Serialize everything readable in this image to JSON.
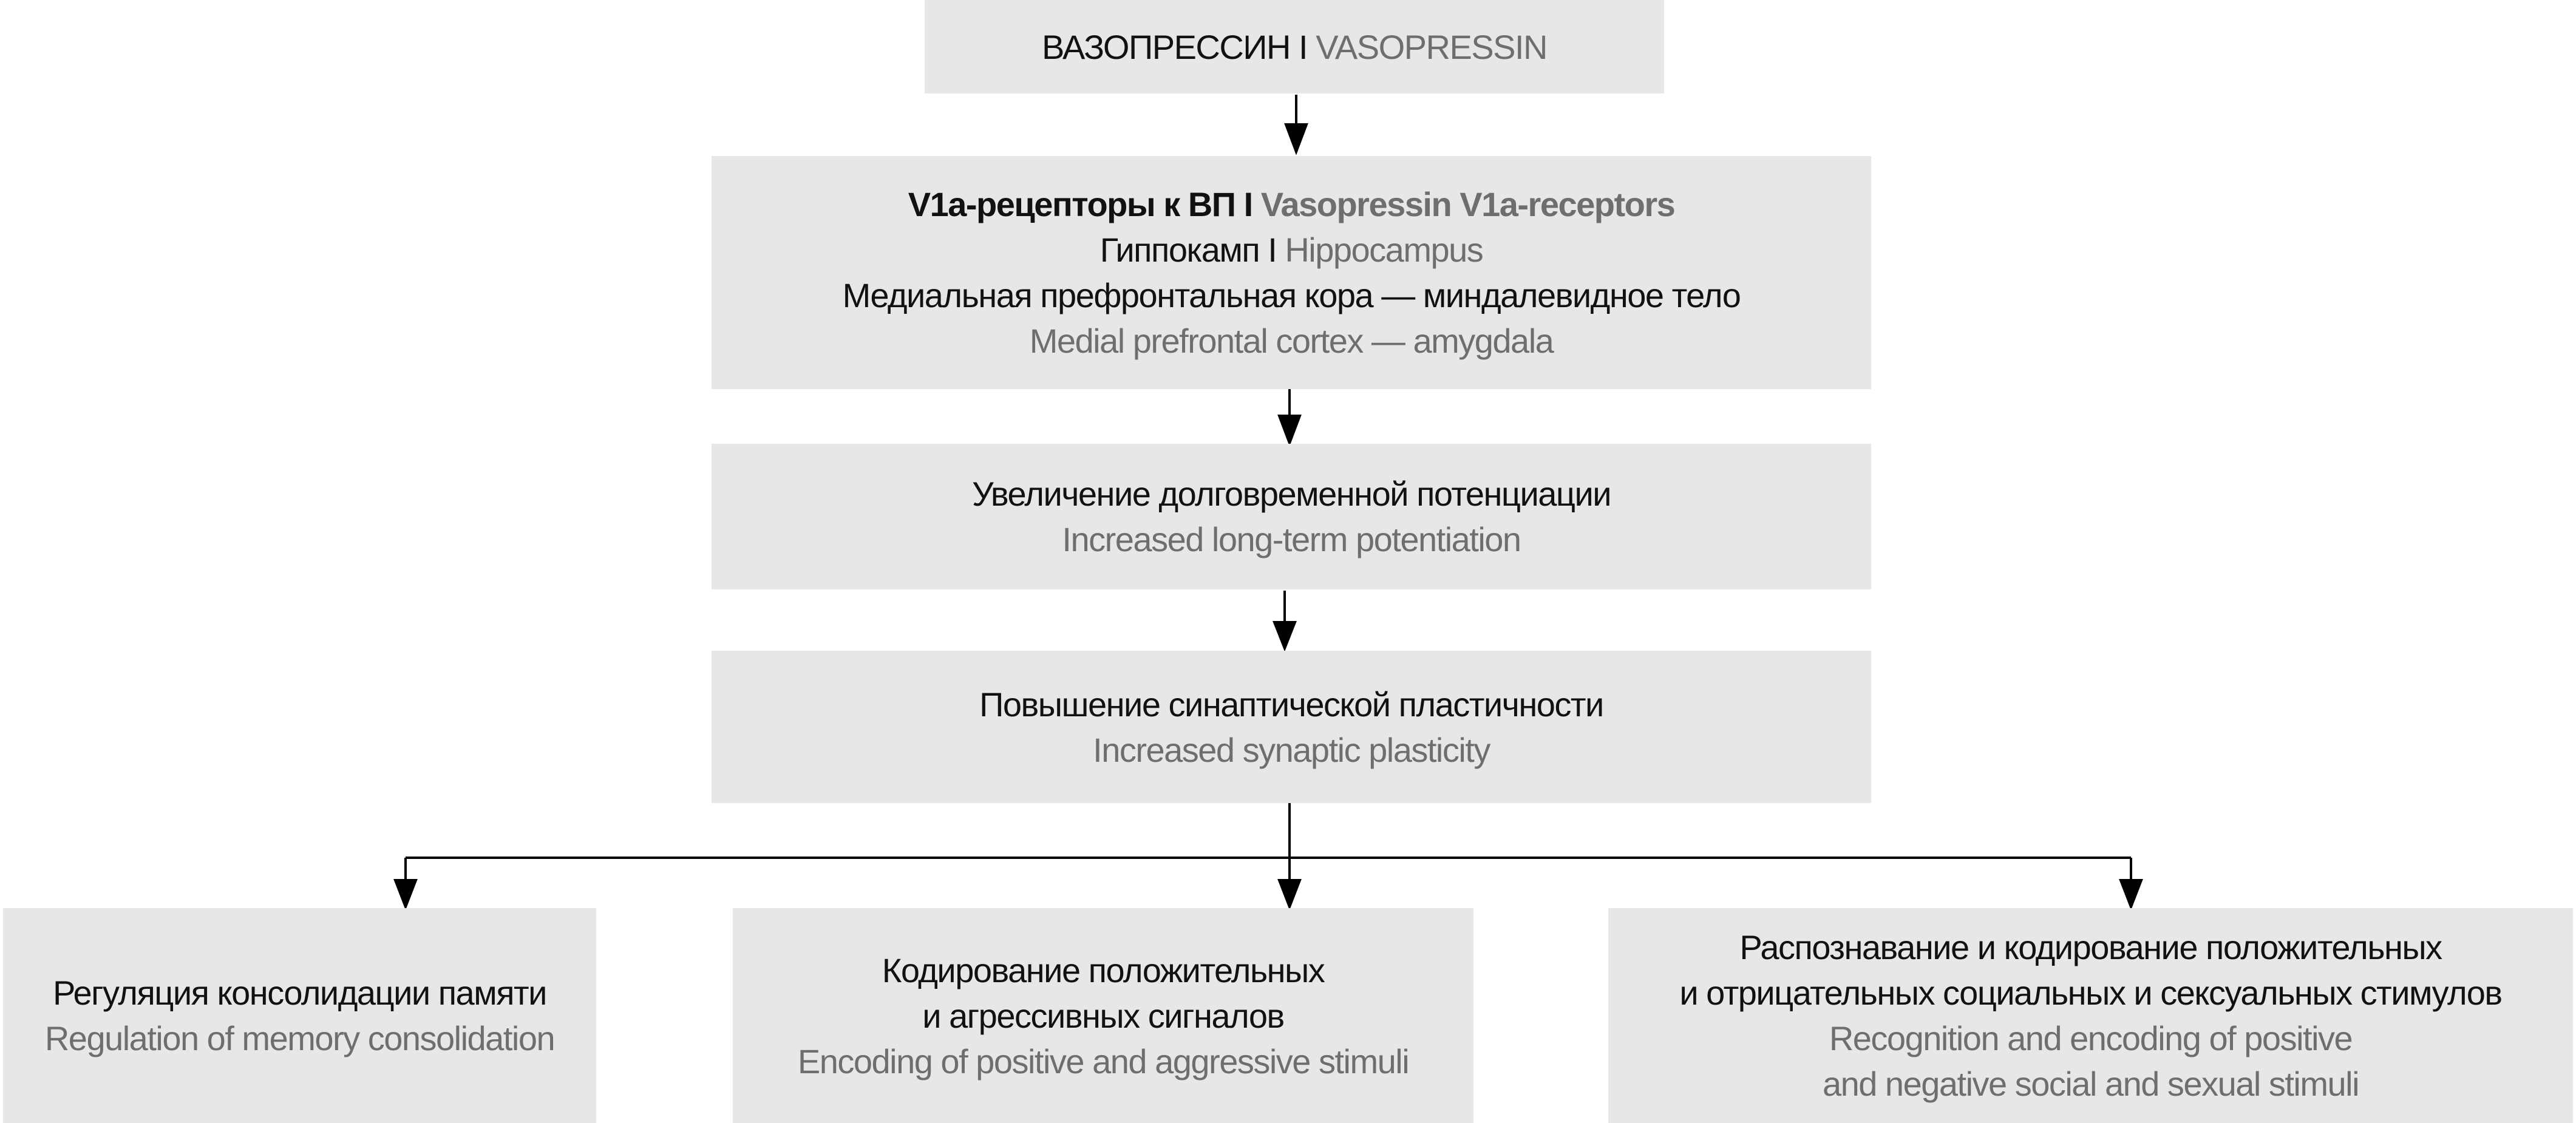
{
  "colors": {
    "box": "#e6e7e8",
    "ru_text": "#111111",
    "en_text": "#6d6e70",
    "arrow": "#000000"
  },
  "top": {
    "ru": "ВАЗОПРЕССИН",
    "sep": " I ",
    "en": "VASOPRESSIN"
  },
  "receptors": {
    "title_ru": "V1a-рецепторы к ВП",
    "sep": " I ",
    "title_en": "Vasopressin V1a-receptors",
    "hippo_ru": "Гиппокамп",
    "hippo_en": "Hippocampus",
    "mpfc_ru": "Медиальная префронтальная кора — миндалевидное тело",
    "mpfc_en": "Medial prefrontal cortex — amygdala"
  },
  "ltp": {
    "ru": "Увеличение долговременной потенциации",
    "en": "Increased long-term potentiation"
  },
  "plasticity": {
    "ru": "Повышение синаптической пластичности",
    "en": "Increased synaptic plasticity"
  },
  "outcomes": [
    {
      "ru": [
        "Регуляция консолидации памяти"
      ],
      "en": [
        "Regulation of memory consolidation"
      ]
    },
    {
      "ru": [
        "Кодирование положительных",
        "и агрессивных сигналов"
      ],
      "en": [
        "Encoding of positive and aggressive stimuli"
      ]
    },
    {
      "ru": [
        "Распознавание и кодирование положительных",
        "и отрицательных социальных и сексуальных стимулов"
      ],
      "en": [
        "Recognition and encoding of positive",
        "and negative social and sexual stimuli"
      ]
    }
  ]
}
